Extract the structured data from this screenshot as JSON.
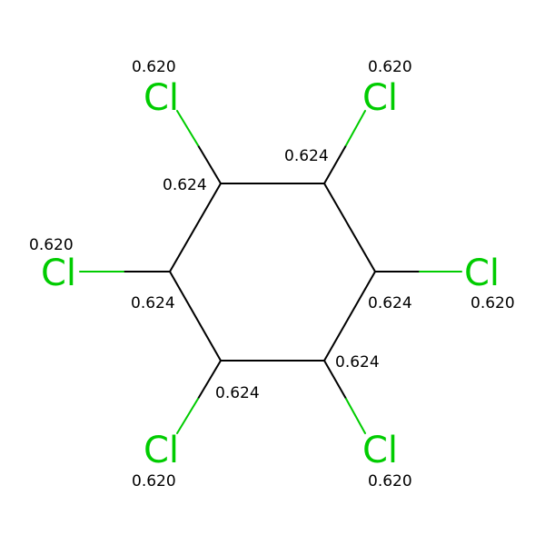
{
  "molecule": {
    "colors": {
      "carbon_bond": "#000000",
      "chlorine": "#00cc00",
      "text": "#000000"
    },
    "carbon_values": [
      "0.624",
      "0.624",
      "0.624",
      "0.624",
      "0.624",
      "0.624"
    ],
    "chlorines": [
      {
        "symbol": "Cl",
        "value": "0.620"
      },
      {
        "symbol": "Cl",
        "value": "0.620"
      },
      {
        "symbol": "Cl",
        "value": "0.620"
      },
      {
        "symbol": "Cl",
        "value": "0.620"
      },
      {
        "symbol": "Cl",
        "value": "0.620"
      },
      {
        "symbol": "Cl",
        "value": "0.620"
      }
    ]
  }
}
